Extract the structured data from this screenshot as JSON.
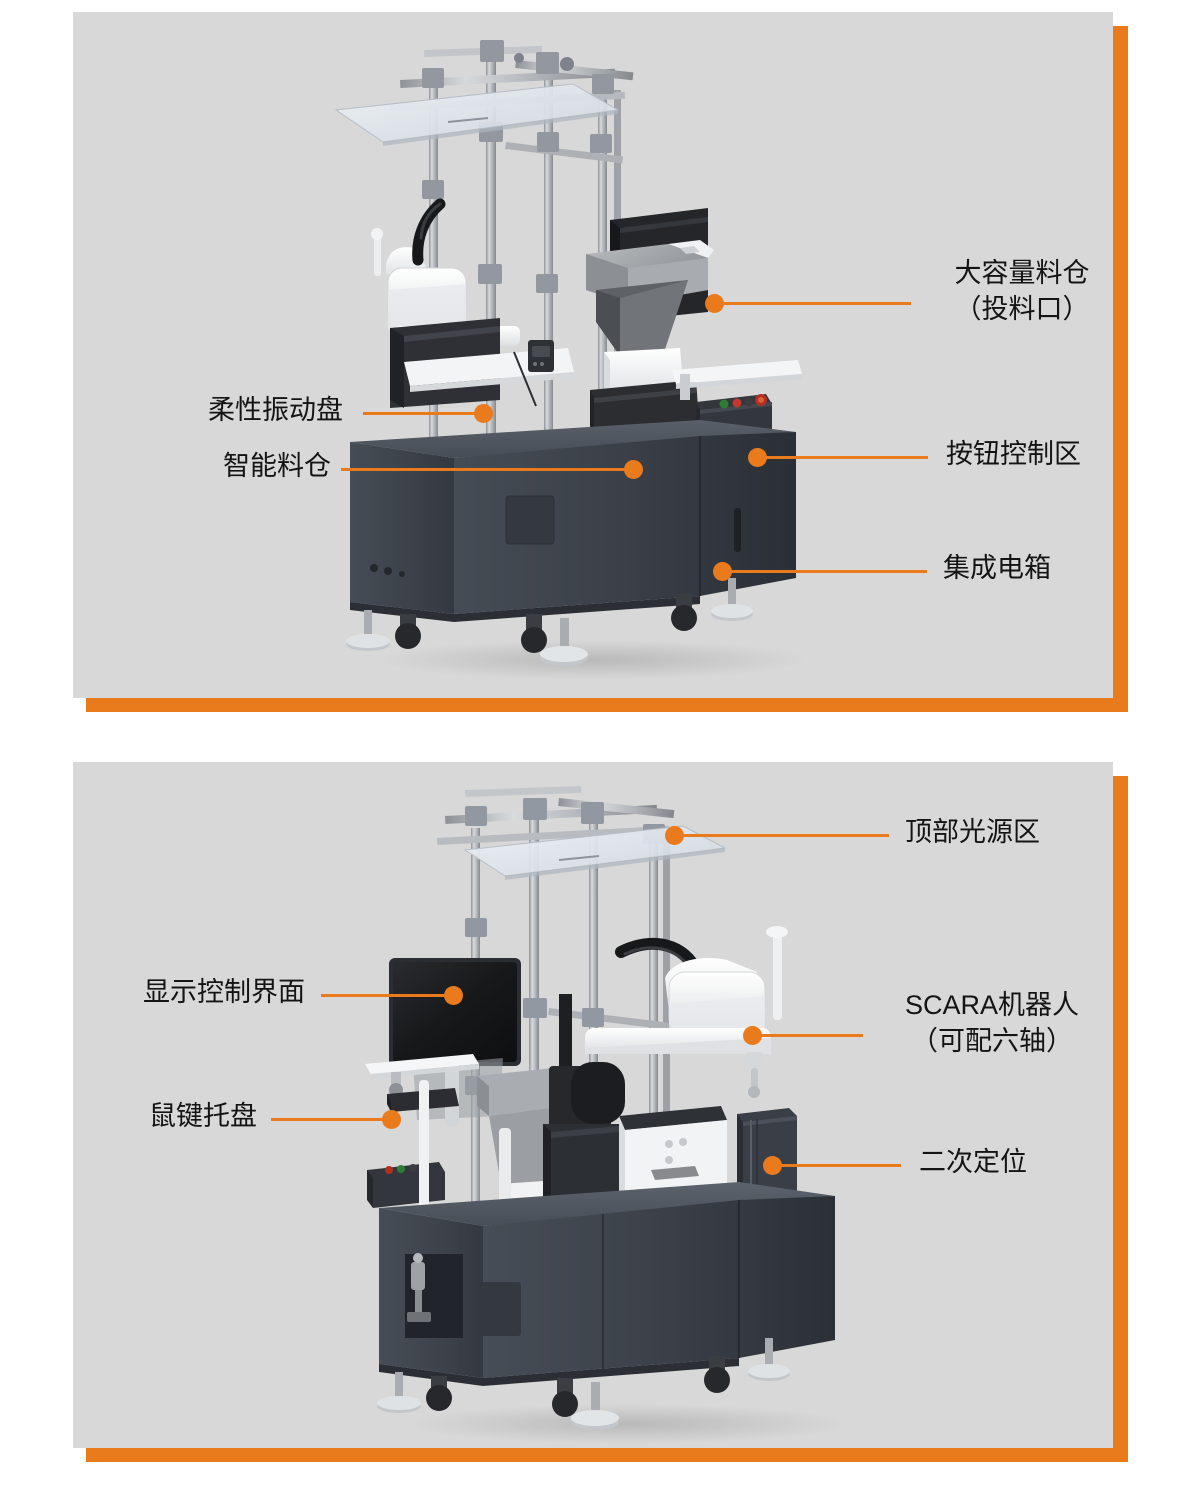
{
  "theme": {
    "accent": "#ea7b1c",
    "panel_bg": "#d8d8d8",
    "page_bg": "#ffffff",
    "label_color": "#141414",
    "cabinet_dark": "#3d424a",
    "cabinet_darker": "#2f333a",
    "robot_white": "#f4f5f6",
    "frame_silver": "#b9bcc0",
    "screen_black": "#1b1b1d"
  },
  "panels": [
    {
      "id": "panel-1",
      "name": "front-view-panel",
      "view": "front",
      "callouts": [
        {
          "id": "hopper",
          "name": "callout-large-capacity-hopper",
          "side": "right",
          "lines": [
            "大容量料仓",
            "（投料口）"
          ],
          "align": "center"
        },
        {
          "id": "button-area",
          "name": "callout-button-control-area",
          "side": "right",
          "lines": [
            "按钮控制区"
          ],
          "align": "left"
        },
        {
          "id": "electrical-box",
          "name": "callout-integrated-electrical-box",
          "side": "right",
          "lines": [
            "集成电箱"
          ],
          "align": "left"
        },
        {
          "id": "flex-feeder",
          "name": "callout-flexible-vibration-plate",
          "side": "left",
          "lines": [
            "柔性振动盘"
          ],
          "align": "right"
        },
        {
          "id": "smart-bin",
          "name": "callout-smart-material-bin",
          "side": "left",
          "lines": [
            "智能料仓"
          ],
          "align": "right"
        }
      ]
    },
    {
      "id": "panel-2",
      "name": "rear-view-panel",
      "view": "rear",
      "callouts": [
        {
          "id": "top-light",
          "name": "callout-top-light-source-area",
          "side": "right",
          "lines": [
            "顶部光源区"
          ],
          "align": "left"
        },
        {
          "id": "scara",
          "name": "callout-scara-robot",
          "side": "right",
          "lines": [
            "SCARA机器人",
            "（可配六轴）"
          ],
          "align": "center"
        },
        {
          "id": "second-position",
          "name": "callout-secondary-positioning",
          "side": "right",
          "lines": [
            "二次定位"
          ],
          "align": "left"
        },
        {
          "id": "hmi-display",
          "name": "callout-display-control-interface",
          "side": "left",
          "lines": [
            "显示控制界面"
          ],
          "align": "right"
        },
        {
          "id": "kb-tray",
          "name": "callout-keyboard-mouse-tray",
          "side": "left",
          "lines": [
            "鼠键托盘"
          ],
          "align": "right"
        }
      ]
    }
  ]
}
